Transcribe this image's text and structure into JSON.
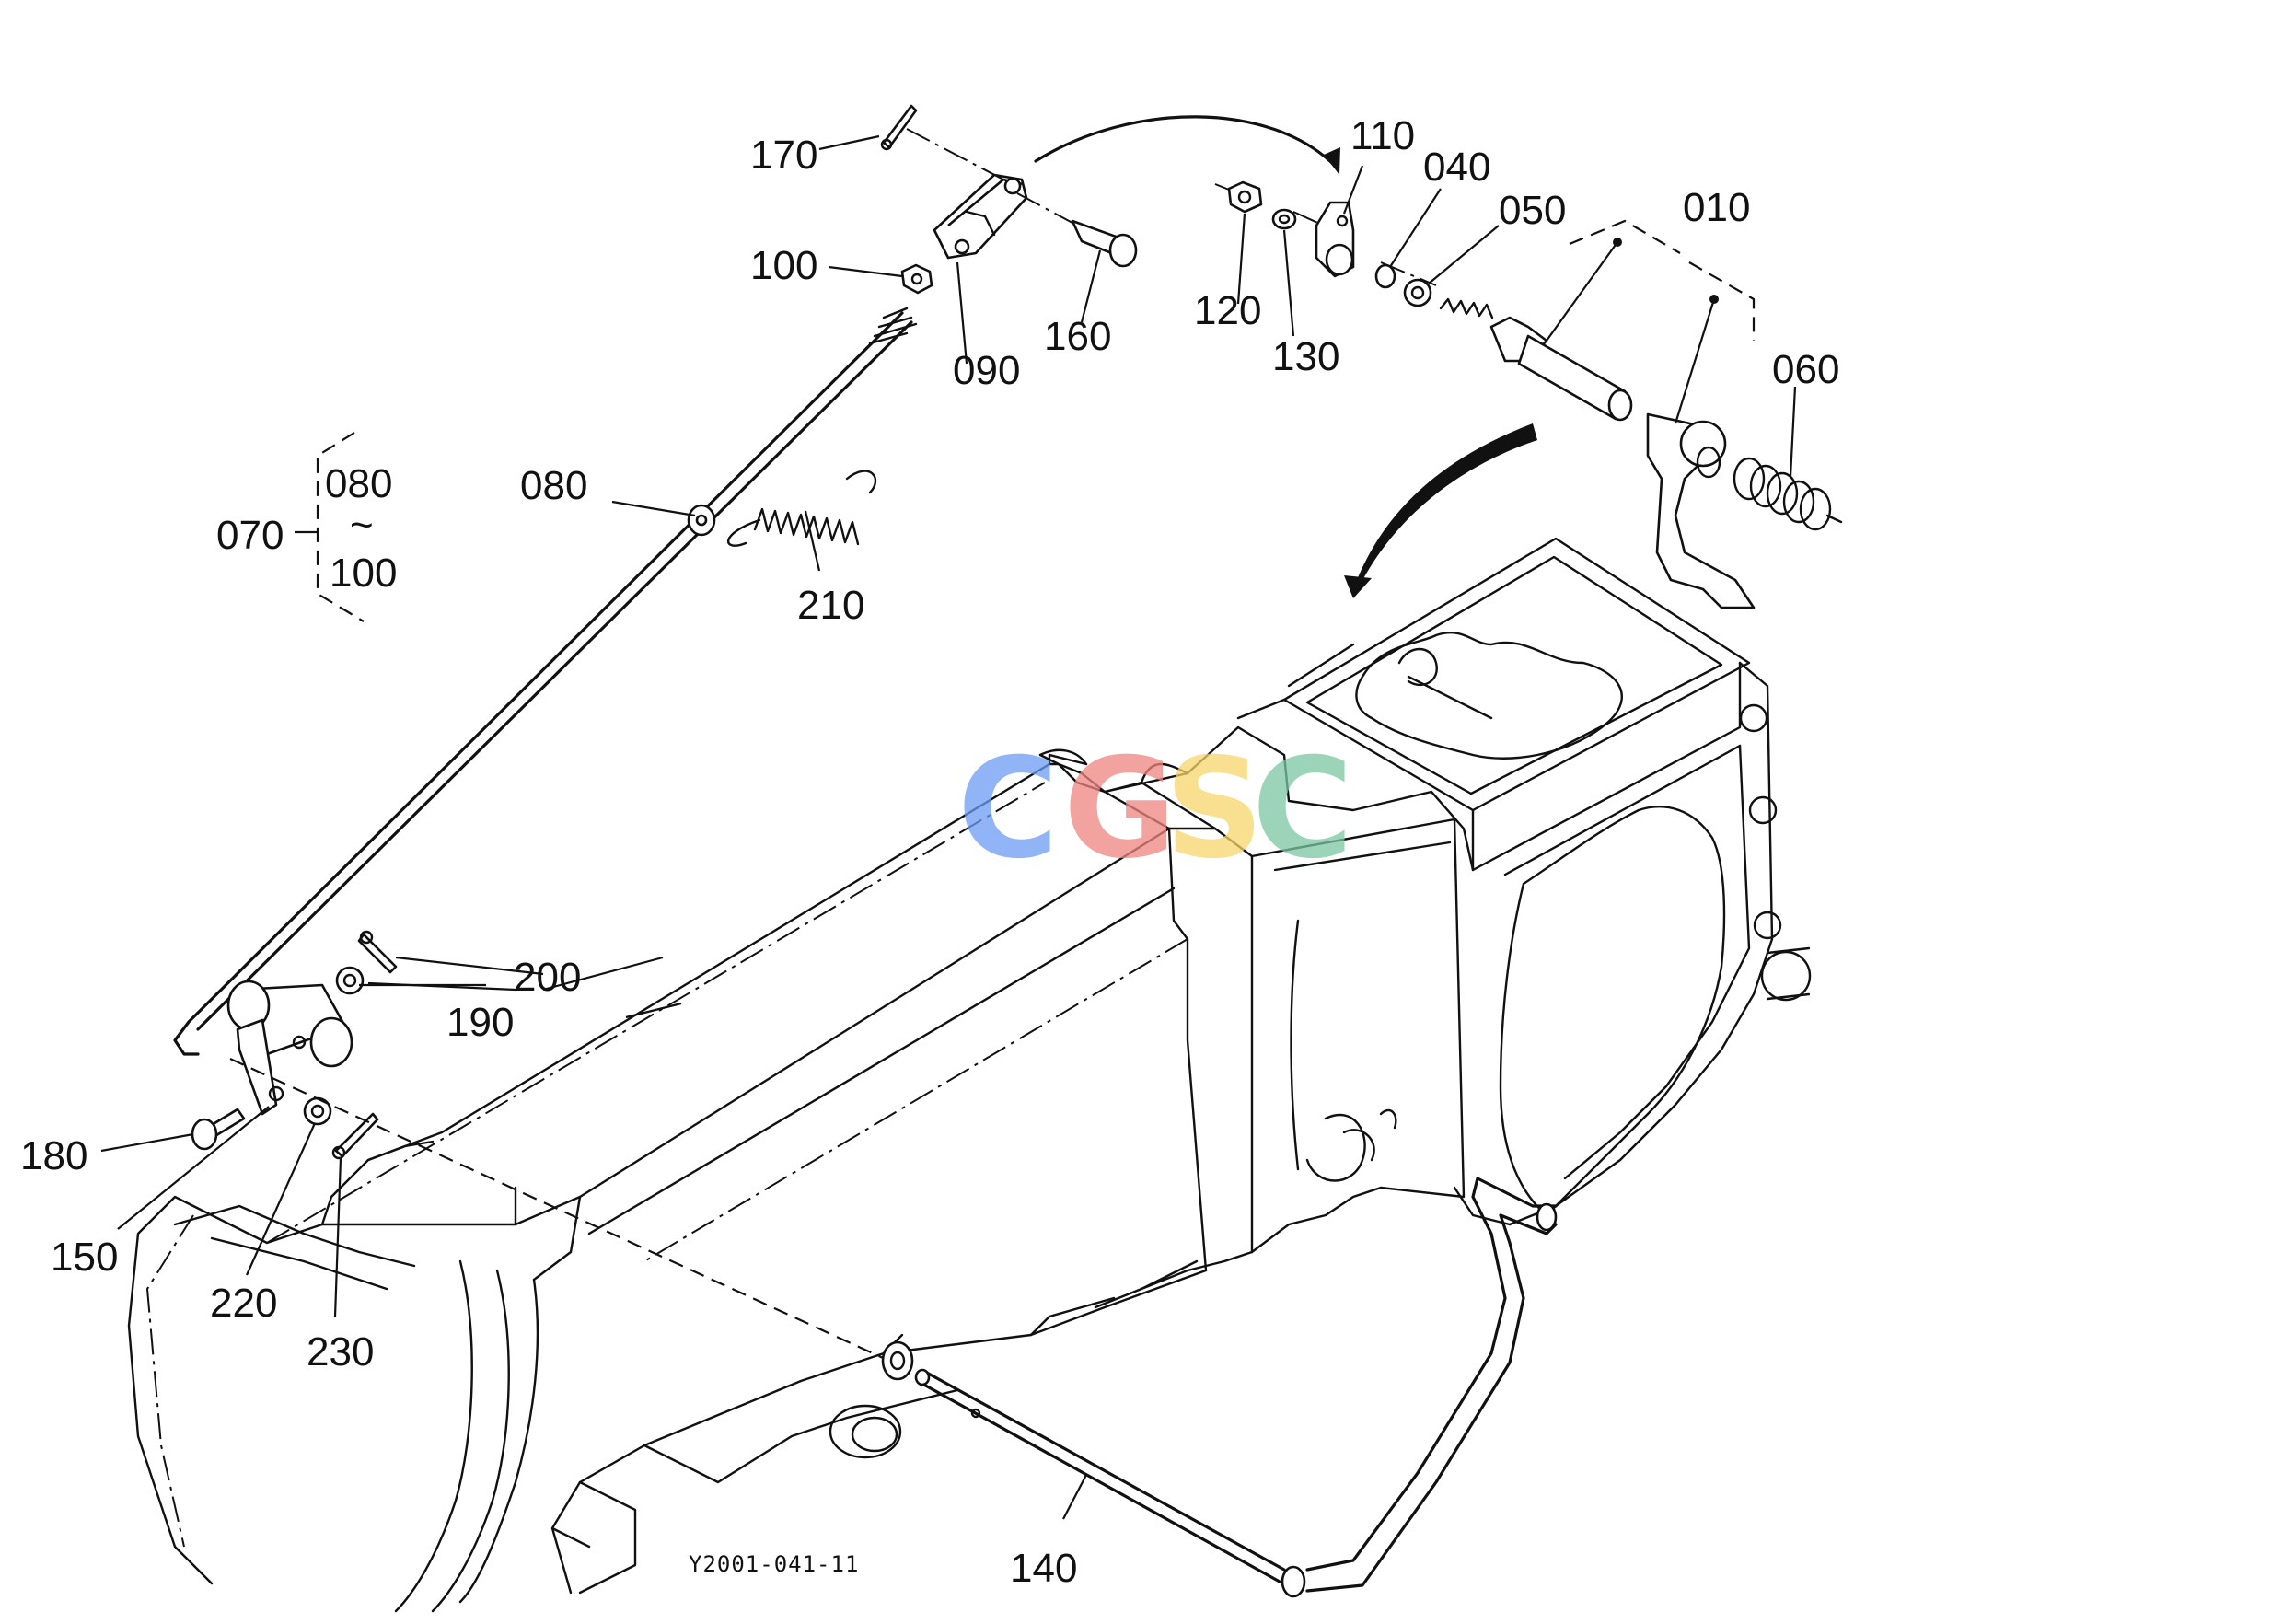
{
  "watermark": {
    "letters": [
      "C",
      "G",
      "S",
      "C"
    ],
    "colors": [
      "#6b9cf2",
      "#ef8580",
      "#f6d66c",
      "#7bc6a3"
    ]
  },
  "reference_code": "Y2001-041-11",
  "callouts": {
    "p010": "010",
    "p040": "040",
    "p050": "050",
    "p060": "060",
    "p070": "070",
    "p080": "080",
    "p090": "090",
    "p100": "100",
    "p110": "110",
    "p120": "120",
    "p130": "130",
    "p140": "140",
    "p150": "150",
    "p160": "160",
    "p170": "170",
    "p180": "180",
    "p190": "190",
    "p200": "200",
    "p210": "210",
    "p220": "220",
    "p230": "230"
  },
  "group_070": {
    "from": "080",
    "to": "100",
    "range_mark": "~"
  }
}
